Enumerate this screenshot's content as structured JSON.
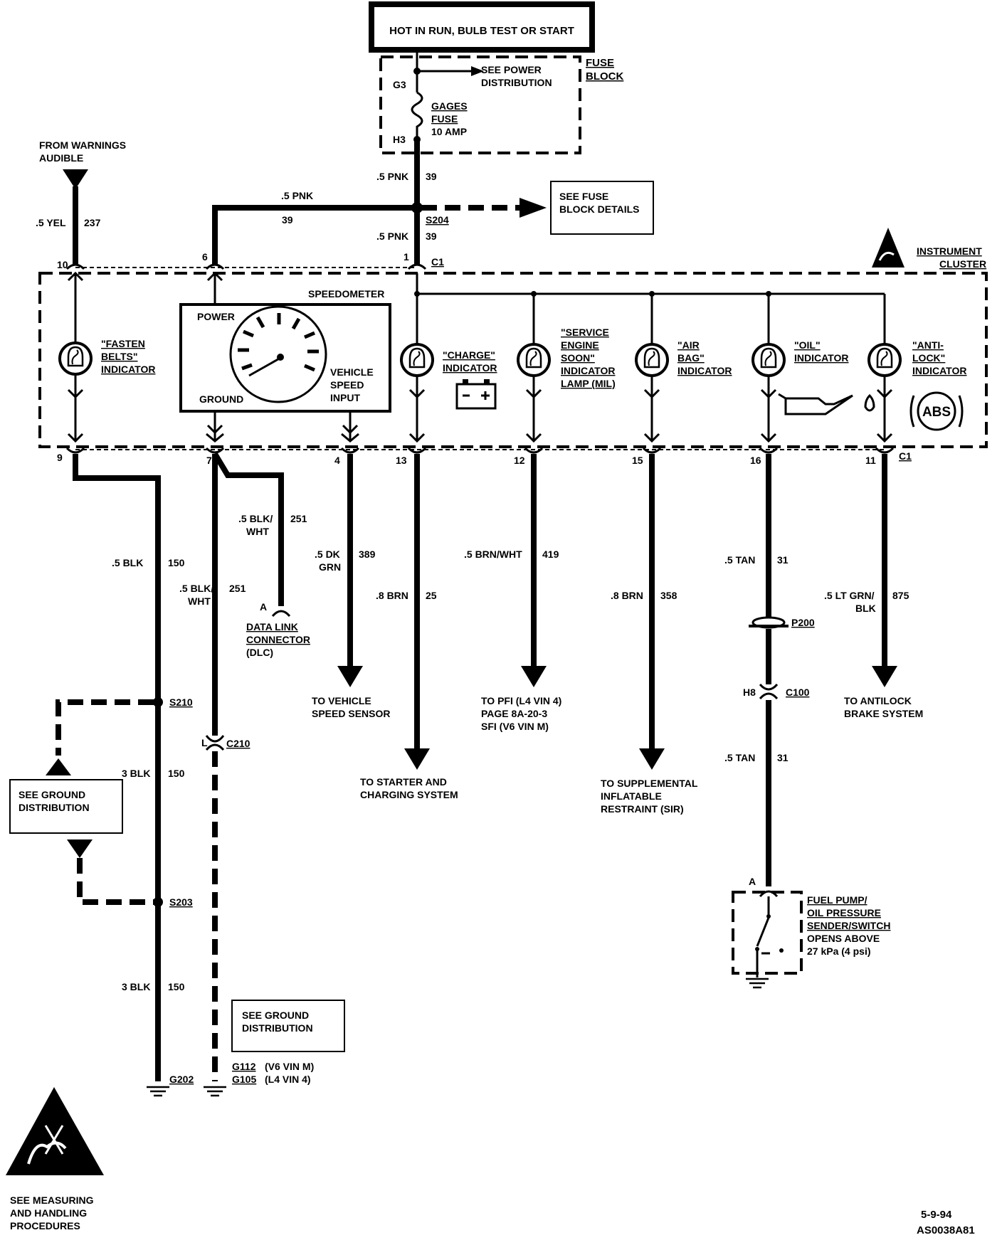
{
  "header": {
    "power_box": "HOT IN RUN, BULB TEST OR START"
  },
  "fuse_block": {
    "label_1": "FUSE",
    "label_2": "BLOCK",
    "see_power_1": "SEE POWER",
    "see_power_2": "DISTRIBUTION",
    "pin_top": "G3",
    "pin_bottom": "H3",
    "fuse_1": "GAGES",
    "fuse_2": "FUSE",
    "fuse_rating": "10 AMP"
  },
  "warnings": {
    "line_1": "FROM WARNINGS",
    "line_2": "AUDIBLE"
  },
  "fuse_details": {
    "line_1": "SEE FUSE",
    "line_2": "BLOCK DETAILS"
  },
  "cluster": {
    "label_1": "INSTRUMENT",
    "label_2": "CLUSTER",
    "connector": "C1"
  },
  "speedometer": {
    "title": "SPEEDOMETER",
    "power": "POWER",
    "ground": "GROUND",
    "vss_1": "VEHICLE",
    "vss_2": "SPEED",
    "vss_3": "INPUT"
  },
  "indicators": {
    "fasten_1": "\"FASTEN",
    "fasten_2": "BELTS\"",
    "fasten_3": "INDICATOR",
    "charge_1": "\"CHARGE\"",
    "charge_2": "INDICATOR",
    "ses_1": "\"SERVICE",
    "ses_2": "ENGINE",
    "ses_3": "SOON\"",
    "ses_4": "INDICATOR",
    "ses_5": "LAMP (MIL)",
    "airbag_1": "\"AIR",
    "airbag_2": "BAG\"",
    "airbag_3": "INDICATOR",
    "oil_1": "\"OIL\"",
    "oil_2": "INDICATOR",
    "abs_1": "\"ANTI-",
    "abs_2": "LOCK\"",
    "abs_3": "INDICATOR",
    "abs_symbol": "ABS"
  },
  "pins": {
    "p10": "10",
    "p6": "6",
    "p1": "1",
    "c1_top": "C1",
    "p9": "9",
    "p7": "7",
    "p4": "4",
    "p13": "13",
    "p12": "12",
    "p15": "15",
    "p16": "16",
    "p11": "11",
    "c1_bottom": "C1"
  },
  "wires": {
    "w_top_color": ".5 PNK",
    "w_top_num": "39",
    "w_left_color": ".5 PNK",
    "w_left_num": "39",
    "w_mid_color": ".5 PNK",
    "w_mid_num": "39",
    "splice_s204": "S204",
    "yel_color": ".5 YEL",
    "yel_num": "237",
    "blk150_color": ".5 BLK",
    "blk150_num": "150",
    "blkwht_a_1": ".5 BLK/",
    "blkwht_a_2": "WHT",
    "blkwht_a_num": "251",
    "blkwht_b_1": ".5 BLK/",
    "blkwht_b_2": "WHT",
    "blkwht_b_num": "251",
    "dkgrn_1": ".5 DK",
    "dkgrn_2": "GRN",
    "dkgrn_num": "389",
    "brn25_color": ".8 BRN",
    "brn25_num": "25",
    "brnwht_color": ".5 BRN/WHT",
    "brnwht_num": "419",
    "brn358_color": ".8 BRN",
    "brn358_num": "358",
    "tan_color": ".5 TAN",
    "tan_num": "31",
    "tan2_color": ".5 TAN",
    "tan2_num": "31",
    "ltgrn_1": ".5 LT GRN/",
    "ltgrn_2": "BLK",
    "ltgrn_num": "875",
    "blk3a_color": "3 BLK",
    "blk3a_num": "150",
    "blk3b_color": "3 BLK",
    "blk3b_num": "150"
  },
  "dlc": {
    "pin": "A",
    "line_1": "DATA LINK",
    "line_2": "CONNECTOR",
    "line_3": "(DLC)"
  },
  "destinations": {
    "vss_1": "TO VEHICLE",
    "vss_2": "SPEED SENSOR",
    "starter_1": "TO STARTER AND",
    "starter_2": "CHARGING SYSTEM",
    "pfi_1": "TO PFI  (L4  VIN 4)",
    "pfi_2": "PAGE 8A-20-3",
    "pfi_3": "SFI  (V6  VIN M)",
    "sir_1": "TO SUPPLEMENTAL",
    "sir_2": "INFLATABLE",
    "sir_3": "RESTRAINT (SIR)",
    "abs_1": "TO ANTILOCK",
    "abs_2": "BRAKE SYSTEM"
  },
  "connectors": {
    "p200": "P200",
    "h8": "H8",
    "c100": "C100",
    "c210_pin": "L",
    "c210": "C210",
    "s210": "S210",
    "s203": "S203"
  },
  "ground_dist_left": {
    "line_1": "SEE GROUND",
    "line_2": "DISTRIBUTION"
  },
  "ground_dist_right": {
    "line_1": "SEE GROUND",
    "line_2": "DISTRIBUTION"
  },
  "grounds": {
    "g202": "G202",
    "g112": "G112",
    "g112_note": "(V6  VIN M)",
    "g105": "G105",
    "g105_note": "(L4  VIN 4)"
  },
  "fuel_pump": {
    "pin": "A",
    "line_1": "FUEL PUMP/",
    "line_2": "OIL PRESSURE",
    "line_3": "SENDER/SWITCH",
    "line_4": "OPENS ABOVE",
    "line_5": "27 kPa (4 psi)"
  },
  "esd": {
    "line_1": "SEE MEASURING",
    "line_2": "AND HANDLING",
    "line_3": "PROCEDURES"
  },
  "footer": {
    "date": "5-9-94",
    "code": "AS0038A81"
  }
}
